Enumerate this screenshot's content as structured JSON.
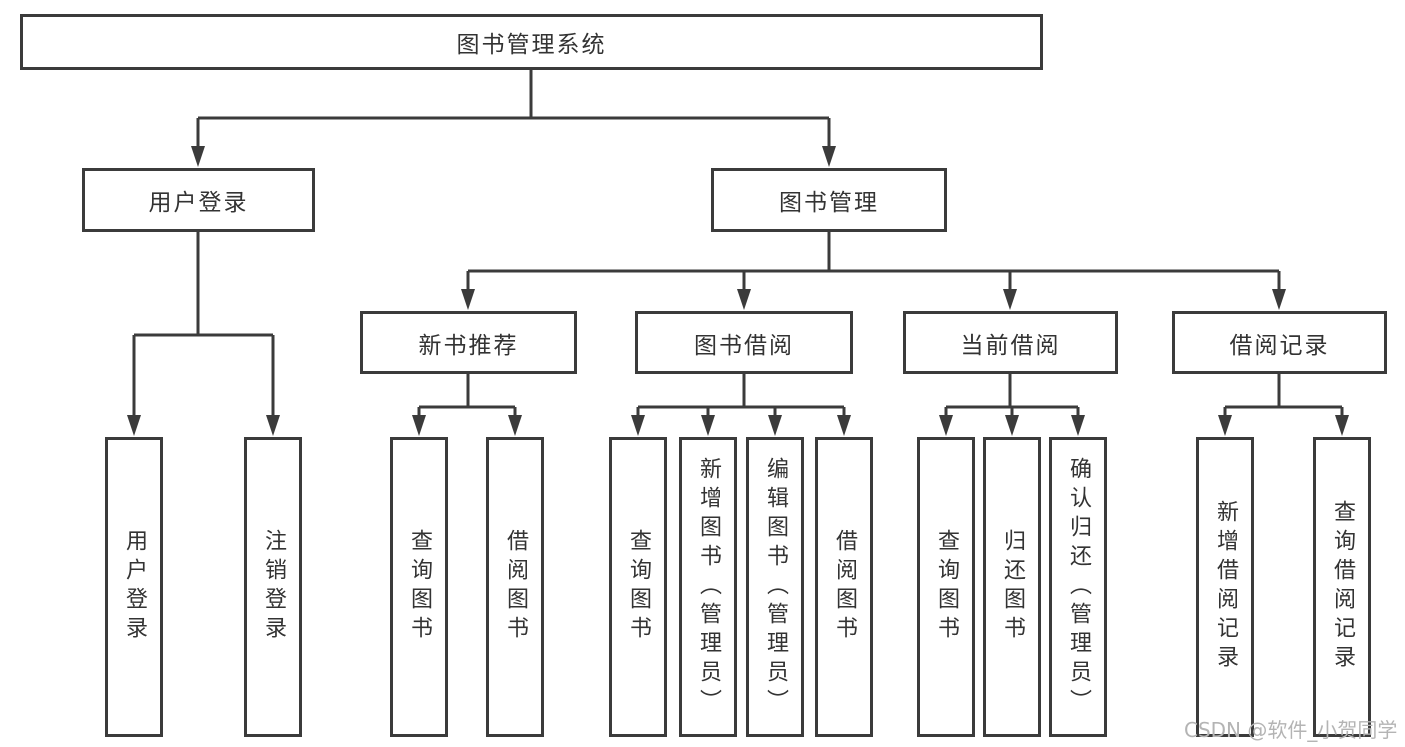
{
  "diagram": {
    "root": {
      "label": "图书管理系统"
    },
    "branches": [
      {
        "label": "用户登录",
        "children": [
          {
            "label": "用户登录"
          },
          {
            "label": "注销登录"
          }
        ]
      },
      {
        "label": "图书管理",
        "children": [
          {
            "label": "新书推荐",
            "children": [
              {
                "label": "查询图书"
              },
              {
                "label": "借阅图书"
              }
            ]
          },
          {
            "label": "图书借阅",
            "children": [
              {
                "label": "查询图书"
              },
              {
                "label": "新增图书（管理员）"
              },
              {
                "label": "编辑图书（管理员）"
              },
              {
                "label": "借阅图书"
              }
            ]
          },
          {
            "label": "当前借阅",
            "children": [
              {
                "label": "查询图书"
              },
              {
                "label": "归还图书"
              },
              {
                "label": "确认归还（管理员）"
              }
            ]
          },
          {
            "label": "借阅记录",
            "children": [
              {
                "label": "新增借阅记录"
              },
              {
                "label": "查询借阅记录"
              }
            ]
          }
        ]
      }
    ]
  },
  "watermark": {
    "text": "CSDN @软件_小贺同学"
  },
  "colors": {
    "line": "#3b3b3b",
    "text": "#333333",
    "background": "#ffffff",
    "watermark": "#b4b4b4"
  }
}
